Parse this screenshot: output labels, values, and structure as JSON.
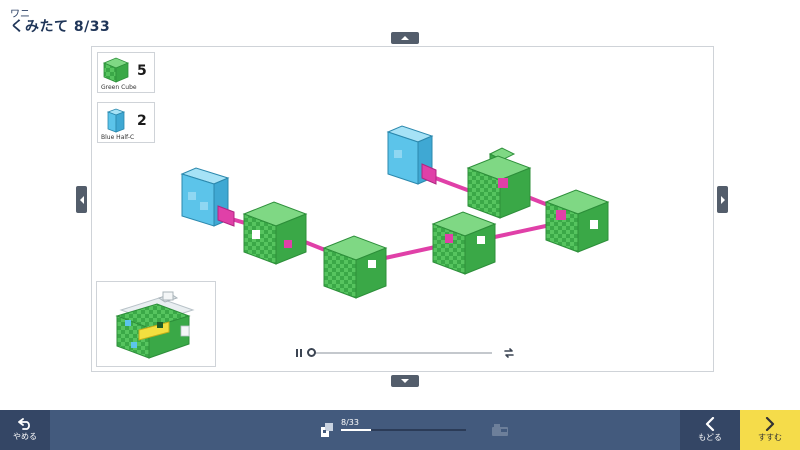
{
  "header": {
    "model_name": "ワニ",
    "title": "くみたて 8/33"
  },
  "parts": [
    {
      "name": "Green Cube",
      "count": "5",
      "color": "#3fb54d"
    },
    {
      "name": "Blue Half-C",
      "count": "2",
      "color": "#5cc4ea"
    }
  ],
  "player": {
    "progress": 0.0
  },
  "bottombar": {
    "quit_label": "やめる",
    "back_label": "もどる",
    "next_label": "すすむ",
    "step_text": "8/33",
    "step_progress": 0.2424
  },
  "colors": {
    "bar": "#435a7d",
    "bar_dark": "#344665",
    "next": "#f5dc4a",
    "cube_green": "#3fb54d",
    "cube_blue": "#5cc4ea",
    "connector": "#e040a8"
  }
}
